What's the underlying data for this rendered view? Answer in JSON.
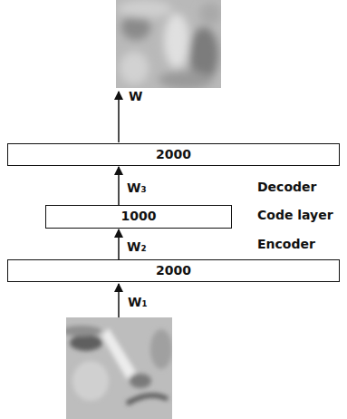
{
  "diagram": {
    "nodes": [
      {
        "text": [
          "2000"
        ]
      },
      {
        "text": [
          "1000"
        ]
      },
      {
        "text": [
          "2000"
        ]
      }
    ],
    "edges": [
      {
        "from": 2,
        "to": 1,
        "label": "W₂",
        "arrow": "to"
      },
      {
        "from": 1,
        "to": 0,
        "label": "W₃",
        "arrow": "to"
      }
    ],
    "labels": [
      "W",
      "W₁",
      "Decoder",
      "Code layer",
      "Encoder"
    ]
  }
}
